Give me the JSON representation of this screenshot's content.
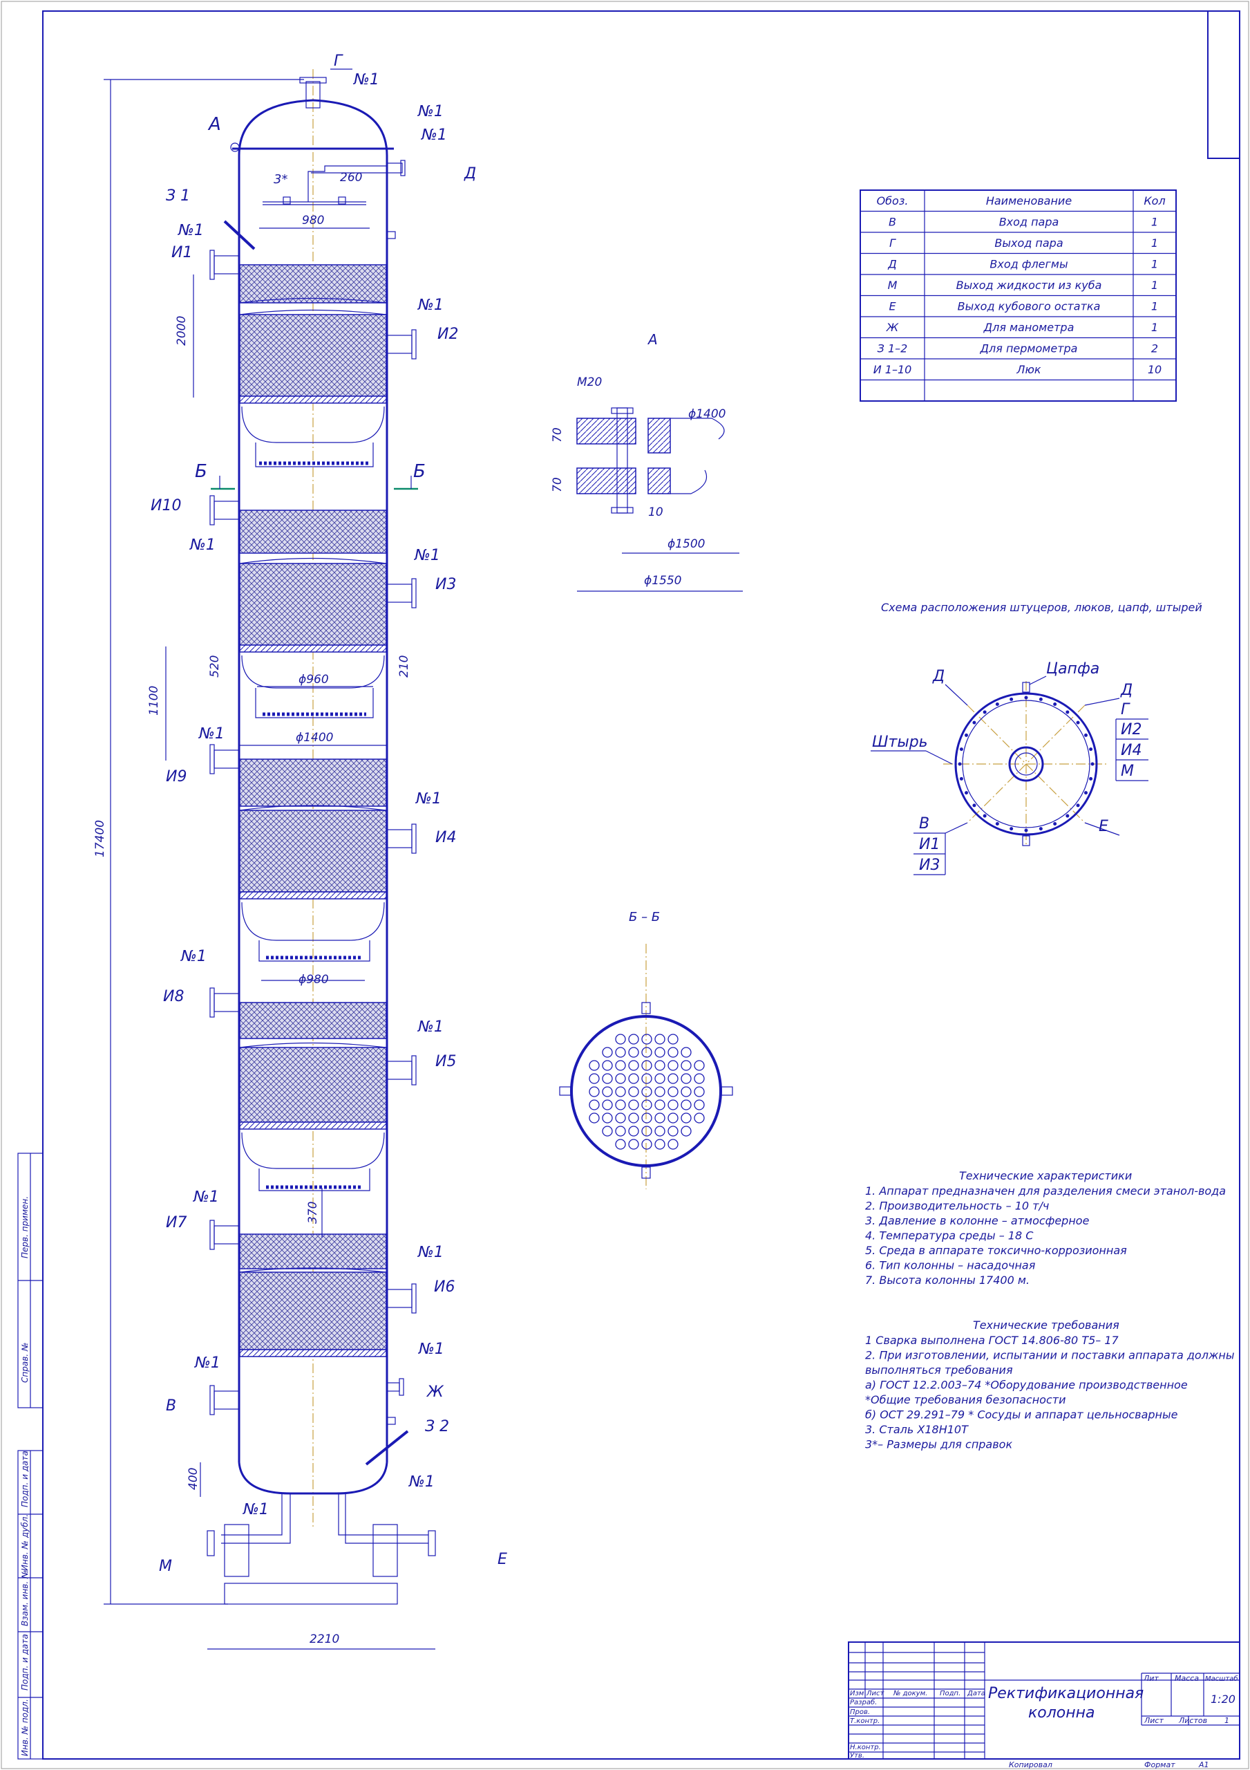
{
  "labels": {
    "G": "Г",
    "D": "Д",
    "A": "А",
    "B_sec": "Б",
    "no1": "№1",
    "z1": "З 1",
    "z2": "З 2",
    "i1": "И1",
    "i2": "И2",
    "i3": "И3",
    "i4": "И4",
    "i5": "И5",
    "i6": "И6",
    "i7": "И7",
    "i8": "И8",
    "i9": "И9",
    "i10": "И10",
    "v": "В",
    "zh": "Ж",
    "m": "М",
    "e": "Е",
    "star3": "3*"
  },
  "dims": {
    "d260": "260",
    "d980": "980",
    "d2000": "2000",
    "d520": "520",
    "d210": "210",
    "d960": "ϕ960",
    "d1100": "1100",
    "d1400": "ϕ1400",
    "d980b": "ϕ980",
    "d370": "370",
    "d400": "400",
    "d2210": "2210",
    "d17400": "17400"
  },
  "detailA": {
    "title": "А",
    "m20": "М20",
    "d1400": "ϕ1400",
    "d70a": "70",
    "d70b": "70",
    "d10": "10",
    "d1500": "ϕ1500",
    "d1550": "ϕ1550"
  },
  "sectionBB": {
    "title": "Б – Б"
  },
  "scheme": {
    "title": "Схема расположения штуцеров, люков, цапф, штырей",
    "tsapfa": "Цапфа",
    "shtyr": "Штырь",
    "d_left": "Д",
    "d_right": "Д",
    "e": "Е",
    "right_stack": [
      "Г",
      "И2",
      "И4",
      "М"
    ],
    "left_stack": [
      "В",
      "И1",
      "И3"
    ]
  },
  "nozzle_table": {
    "headers": [
      "Обоз.",
      "Наименование",
      "Кол"
    ],
    "rows": [
      [
        "В",
        "Вход пара",
        "1"
      ],
      [
        "Г",
        "Выход пара",
        "1"
      ],
      [
        "Д",
        "Вход флегмы",
        "1"
      ],
      [
        "М",
        "Выход жидкости из куба",
        "1"
      ],
      [
        "Е",
        "Выход кубового остатка",
        "1"
      ],
      [
        "Ж",
        "Для манометра",
        "1"
      ],
      [
        "З 1–2",
        "Для пермометра",
        "2"
      ],
      [
        "И 1–10",
        "Люк",
        "10"
      ],
      [
        "",
        "",
        ""
      ]
    ]
  },
  "tech_chars": {
    "title": "Технические характеристики",
    "lines": [
      "1. Аппарат предназначен для разделения смеси этанол-вода",
      "2. Производительность – 10 т/ч",
      "3. Давление в колонне – атмосферное",
      "4.  Температура среды – 18 С",
      "5. Среда в аппарате токсично-коррозионная",
      "6.  Тип колонны – насадочная",
      "7. Высота колонны 17400 м."
    ]
  },
  "tech_reqs": {
    "title": "Технические требования",
    "lines": [
      "1 Сварка выполнена ГОСТ 14.806-80 Т5– 17",
      "2. При изготовлении, испытании и поставки аппарата должны",
      "выполняться требования",
      "а) ГОСТ 12.2.003–74  *Оборудование производственное",
      "*Общие требования безопасности",
      "б) ОСТ 29.291–79  * Сосуды и аппарат цельносварные",
      "3. Сталь Х18Н10Т",
      "3*– Размеры для справок"
    ]
  },
  "title_block": {
    "name_line1": "Ректификационная",
    "name_line2": "колонна",
    "lit": "Лит",
    "massa": "Масса",
    "masshtab": "Масштаб",
    "scale": "1:20",
    "list": "Лист",
    "listov": "Листов",
    "listov_val": "1",
    "col_izm": "Изм",
    "col_list": "Лист",
    "col_doc": "№ докум.",
    "col_podp": "Подп.",
    "col_data": "Дата",
    "r_razrab": "Разраб.",
    "r_prov": "Пров.",
    "r_tkontr": "Т.контр.",
    "r_nkontr": "Н.контр.",
    "r_utv": "Утв.",
    "kopiroval": "Копировал",
    "format": "Формат",
    "format_val": "А1"
  },
  "side_stamp": [
    "Перв. примен.",
    "Справ. №",
    "Подп. и дата",
    "Инв. № дубл.",
    "Взам. инв. №",
    "Подп. и дата",
    "Инв. № подл."
  ],
  "colors": {
    "line": "#1a1ab4",
    "axis": "#c8a040",
    "hatch_bg": "#6a6ab0"
  }
}
